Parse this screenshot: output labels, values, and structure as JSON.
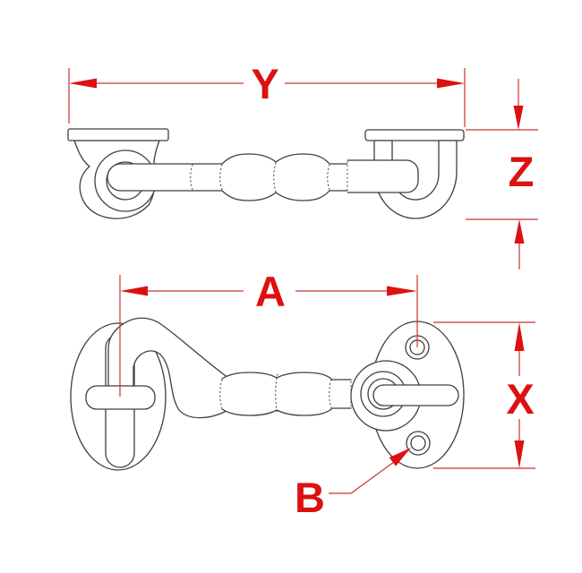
{
  "figure": {
    "kind": "technical line drawing",
    "subject": "cabin hook and eye latch, two orthographic views"
  },
  "colors": {
    "dimension_red": "#dd1111",
    "leader_red": "#cc3333",
    "outline": "#3f3f3f",
    "background": "#ffffff"
  },
  "views": {
    "top": {
      "name": "top view"
    },
    "front": {
      "name": "front view"
    }
  },
  "dimensions": {
    "Y": {
      "label": "Y"
    },
    "Z": {
      "label": "Z"
    },
    "A": {
      "label": "A"
    },
    "X": {
      "label": "X"
    },
    "B": {
      "label": "B"
    }
  }
}
